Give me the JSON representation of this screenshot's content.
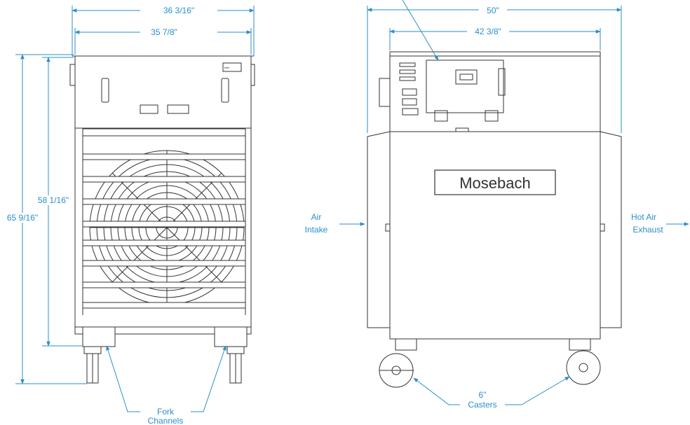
{
  "dimensions": {
    "front_overall_width": "36 3/16\"",
    "front_body_width": "35 7/8\"",
    "front_overall_height": "65 9/16\"",
    "front_body_height": "58 1/16\"",
    "side_overall_width": "50\"",
    "side_body_width": "42 3/8\""
  },
  "callouts": {
    "fork_channels_line1": "Fork",
    "fork_channels_line2": "Channels",
    "casters_line1": "6\"",
    "casters_line2": "Casters",
    "air_intake_line1": "Air",
    "air_intake_line2": "Intake",
    "hot_air_line1": "Hot Air",
    "hot_air_line2": "Exhaust"
  },
  "brand_plate": "Mosebach",
  "colors": {
    "dimension_blue": "#2a8fc9",
    "outline": "#333333"
  }
}
